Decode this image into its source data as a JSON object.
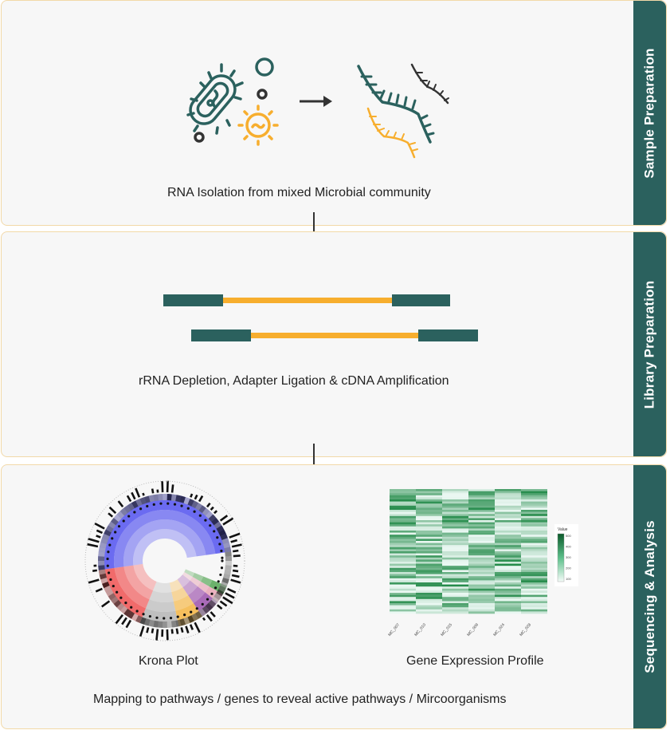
{
  "stages": [
    {
      "title": "Sample Preparation",
      "caption": "RNA Isolation from mixed Microbial community"
    },
    {
      "title": "Library Preparation",
      "caption": "rRNA Depletion, Adapter Ligation & cDNA Amplification"
    },
    {
      "title": "Sequencing & Analysis",
      "caption": "Mapping to pathways / genes to reveal active pathways / Mircoorganisms"
    }
  ],
  "analysis": {
    "krona_label": "Krona Plot",
    "heatmap_label": "Gene Expression Profile",
    "heatmap": {
      "columns": [
        "MC_007",
        "MC_010",
        "MC_015",
        "MC_009",
        "MC_024",
        "MC_028"
      ],
      "legend_title": "Value",
      "legend_ticks": [
        "500",
        "400",
        "300",
        "200",
        "100"
      ]
    }
  },
  "colors": {
    "teal": "#2b615e",
    "orange": "#f7ae2e",
    "dark": "#333333",
    "panel_bg": "#f7f7f7",
    "border": "#f2d9a8"
  }
}
